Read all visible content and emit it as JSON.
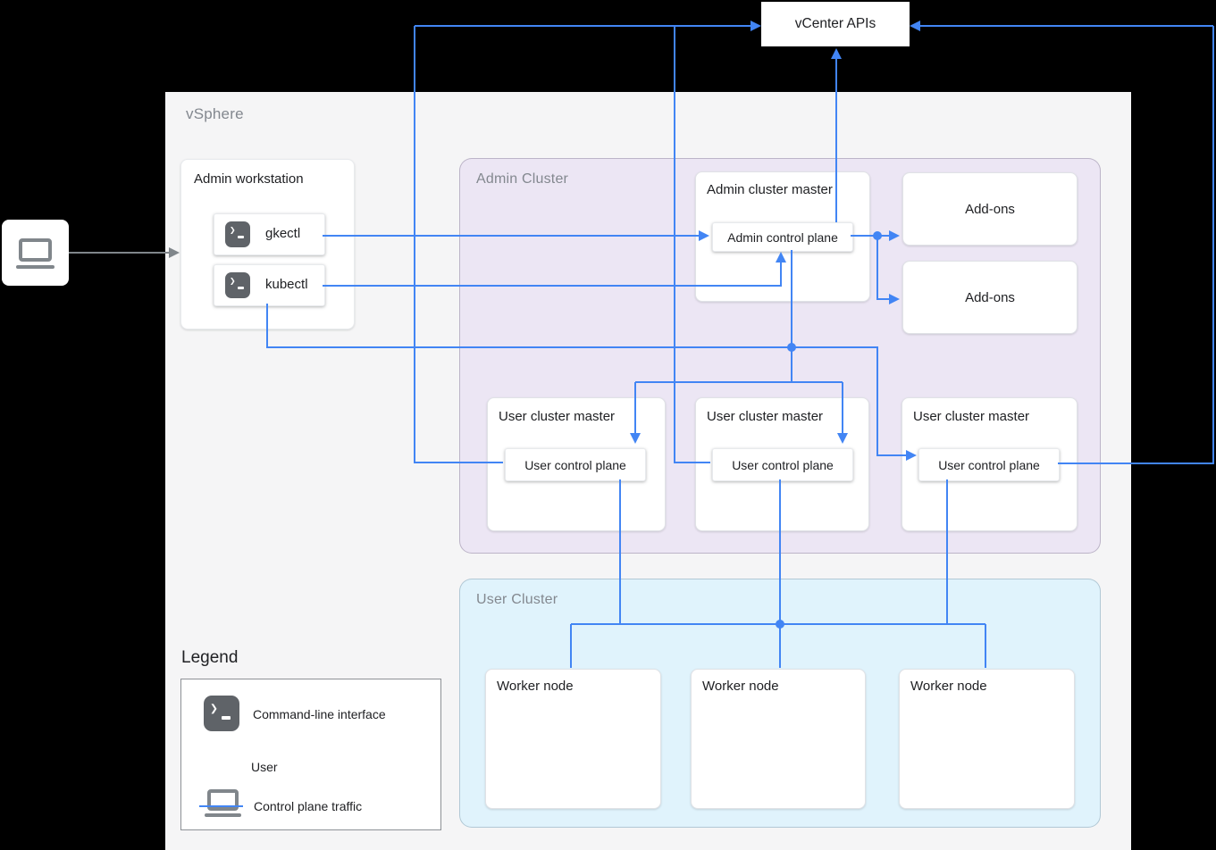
{
  "colors": {
    "background": "#000000",
    "vsphere_panel": "#f5f5f6",
    "admin_cluster_fill": "#ece6f4",
    "user_cluster_fill": "#e0f3fc",
    "node_fill": "#ffffff",
    "traffic_blue": "#4285f4",
    "user_arrow_gray": "#80868b",
    "terminal_icon_fill": "#5f6368",
    "title_text": "#202124",
    "panel_label_text": "#83888f"
  },
  "vcenter": {
    "label": "vCenter APIs"
  },
  "vsphere": {
    "label": "vSphere"
  },
  "user_source": {
    "icon": "laptop-icon"
  },
  "admin_workstation": {
    "title": "Admin workstation",
    "tools": [
      {
        "icon": "terminal-icon",
        "label": "gkectl"
      },
      {
        "icon": "terminal-icon",
        "label": "kubectl"
      }
    ]
  },
  "admin_cluster": {
    "label": "Admin Cluster",
    "admin_master": {
      "title": "Admin cluster master",
      "control_plane": "Admin control plane"
    },
    "addons": [
      {
        "label": "Add-ons"
      },
      {
        "label": "Add-ons"
      }
    ],
    "user_masters": [
      {
        "title": "User cluster master",
        "control_plane": "User control plane"
      },
      {
        "title": "User cluster master",
        "control_plane": "User control plane"
      },
      {
        "title": "User cluster master",
        "control_plane": "User control plane"
      }
    ]
  },
  "user_cluster": {
    "label": "User Cluster",
    "workers": [
      {
        "title": "Worker node"
      },
      {
        "title": "Worker node"
      },
      {
        "title": "Worker node"
      }
    ]
  },
  "legend": {
    "title": "Legend",
    "items": [
      {
        "icon": "terminal-icon",
        "label": "Command-line interface"
      },
      {
        "icon": "laptop-icon",
        "label": "User"
      },
      {
        "icon": "blue-line",
        "label": "Control plane traffic"
      }
    ]
  }
}
